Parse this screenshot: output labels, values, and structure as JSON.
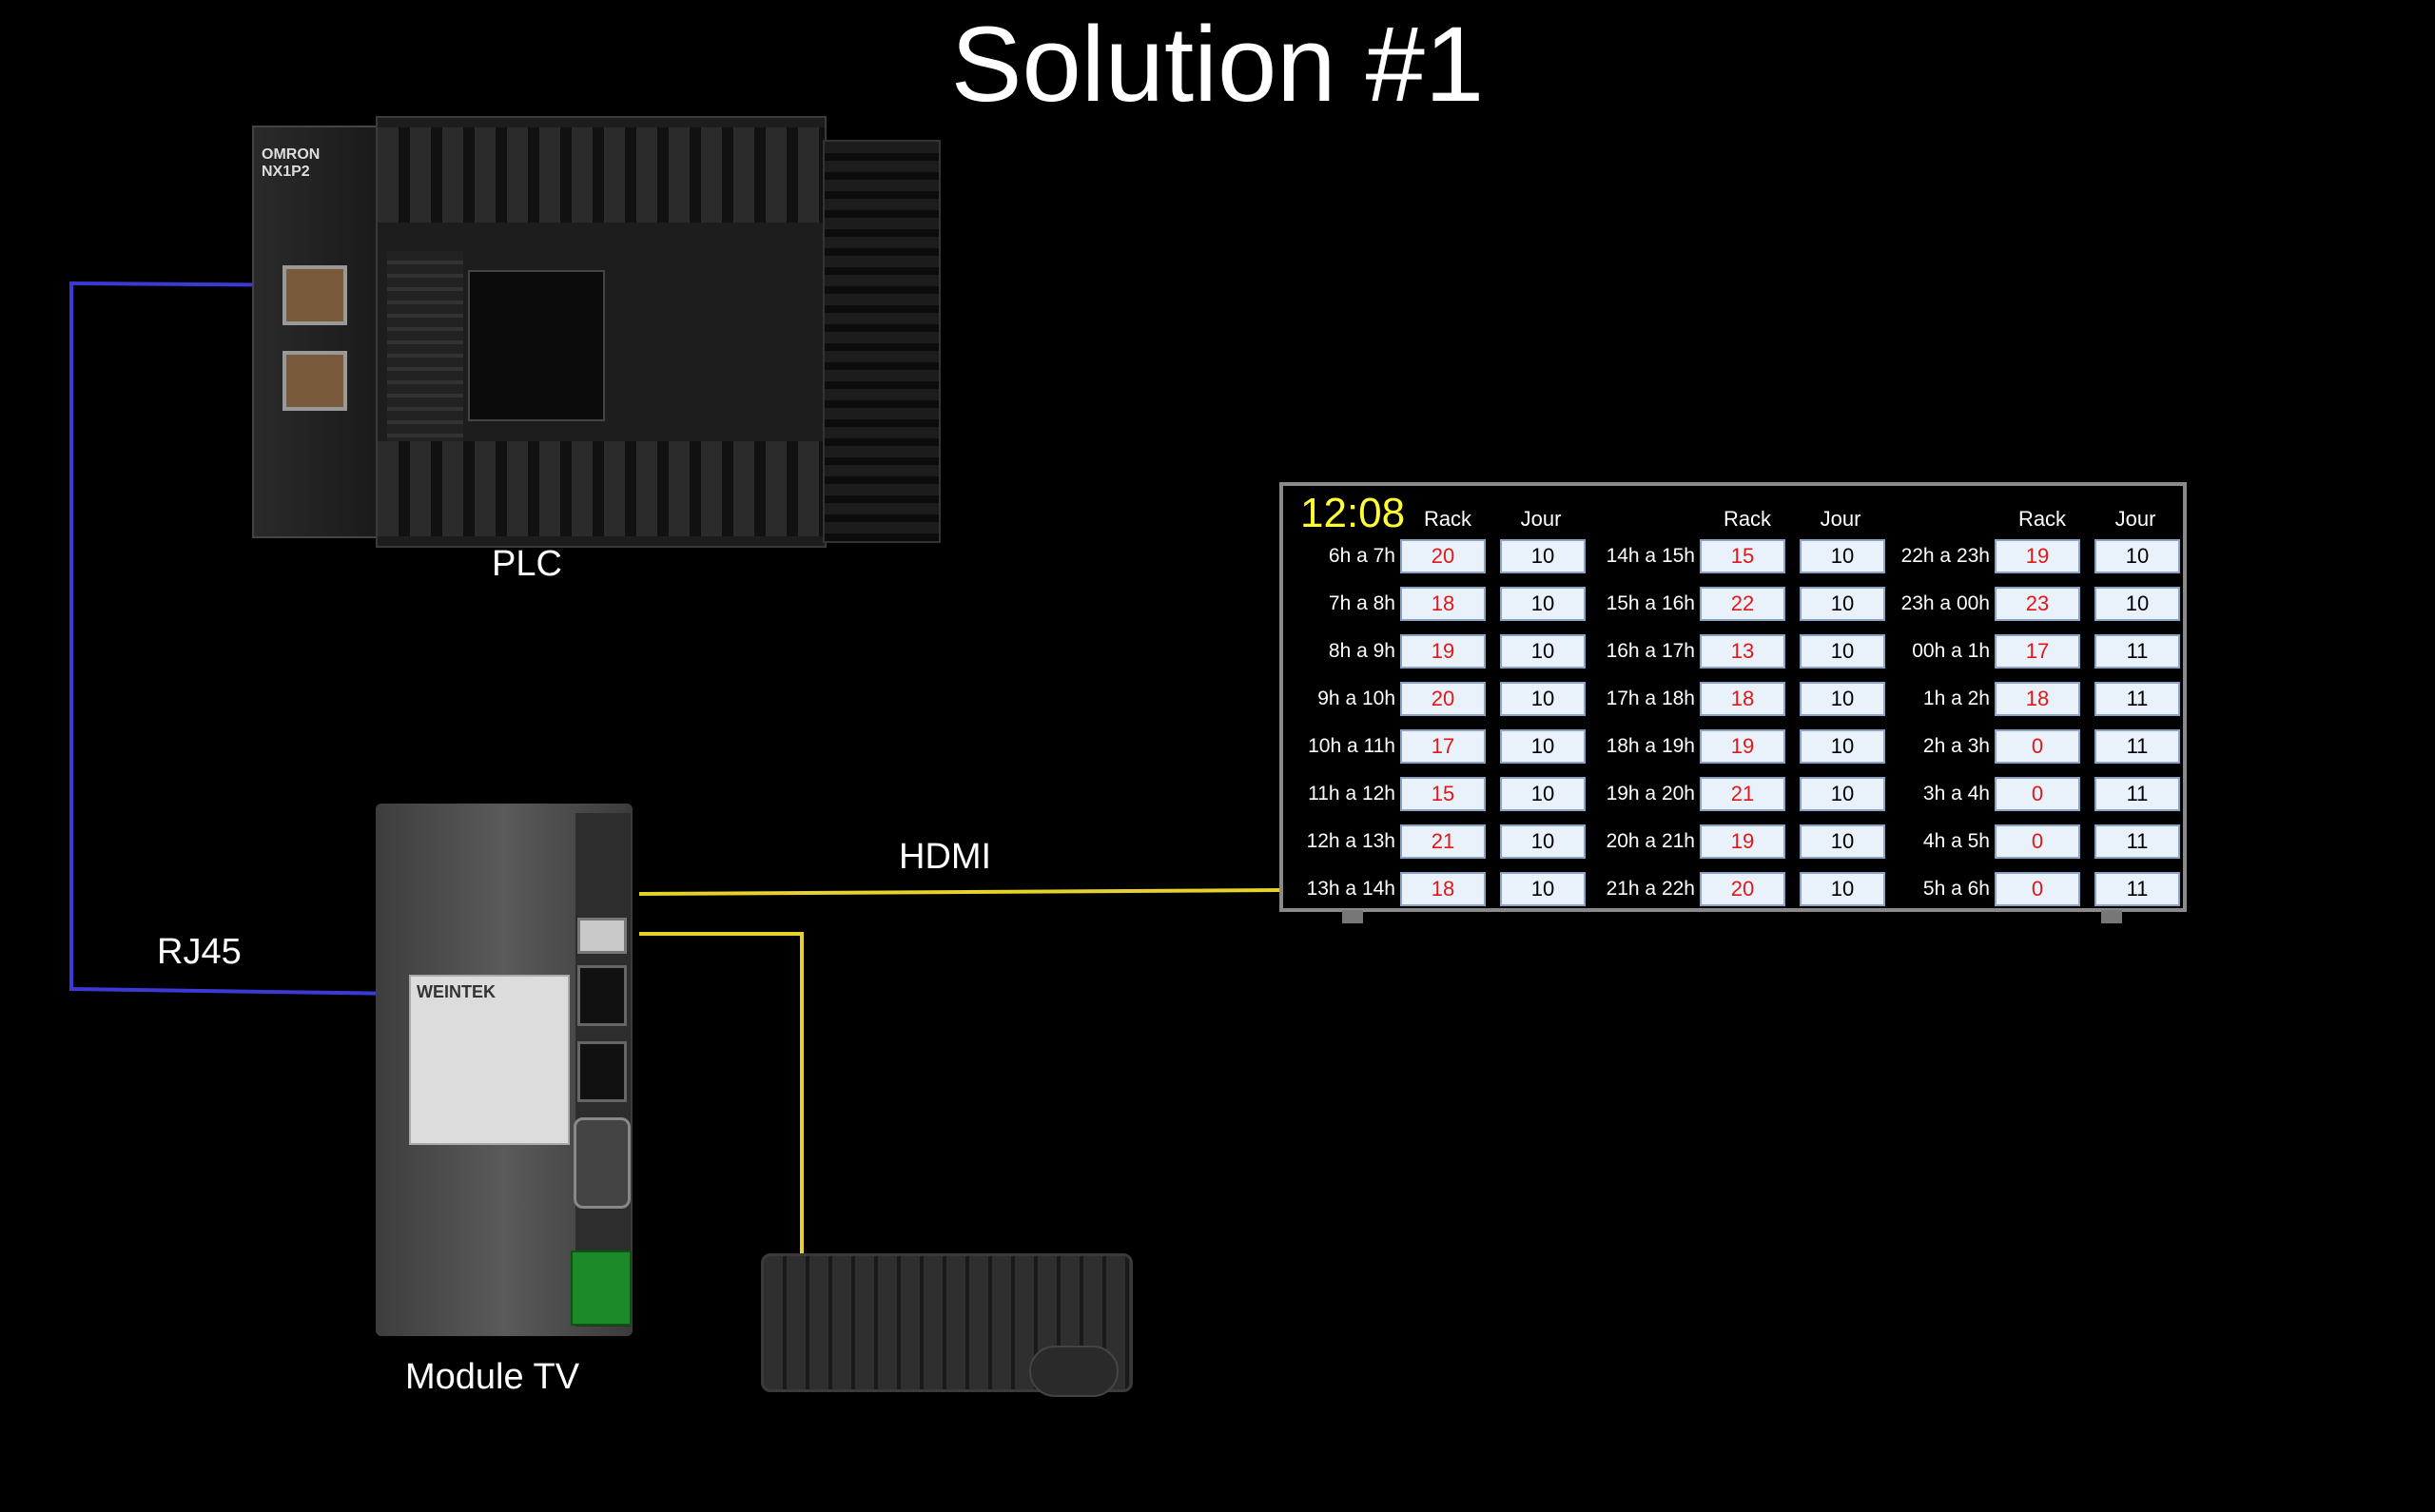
{
  "title": "Solution #1",
  "labels": {
    "plc": "PLC",
    "module": "Module TV",
    "hdmi": "HDMI",
    "rj45": "RJ45"
  },
  "plc_device": {
    "brand": "OMRON",
    "model": "NX1P2"
  },
  "module_device": {
    "brand": "WEINTEK"
  },
  "colors": {
    "rj45_wire": "#3a3ad6",
    "hdmi_wire": "#e6d22a",
    "clock": "#ffff33",
    "rack_value": "#e01818"
  },
  "display": {
    "clock": "12:08",
    "headers": {
      "rack": "Rack",
      "jour": "Jour"
    },
    "columns": [
      {
        "rows": [
          {
            "label": "6h a 7h",
            "rack": "20",
            "jour": "10"
          },
          {
            "label": "7h a 8h",
            "rack": "18",
            "jour": "10"
          },
          {
            "label": "8h a 9h",
            "rack": "19",
            "jour": "10"
          },
          {
            "label": "9h a 10h",
            "rack": "20",
            "jour": "10"
          },
          {
            "label": "10h a 11h",
            "rack": "17",
            "jour": "10"
          },
          {
            "label": "11h a 12h",
            "rack": "15",
            "jour": "10"
          },
          {
            "label": "12h a 13h",
            "rack": "21",
            "jour": "10"
          },
          {
            "label": "13h a 14h",
            "rack": "18",
            "jour": "10"
          }
        ]
      },
      {
        "rows": [
          {
            "label": "14h a 15h",
            "rack": "15",
            "jour": "10"
          },
          {
            "label": "15h a 16h",
            "rack": "22",
            "jour": "10"
          },
          {
            "label": "16h a 17h",
            "rack": "13",
            "jour": "10"
          },
          {
            "label": "17h a 18h",
            "rack": "18",
            "jour": "10"
          },
          {
            "label": "18h a 19h",
            "rack": "19",
            "jour": "10"
          },
          {
            "label": "19h a 20h",
            "rack": "21",
            "jour": "10"
          },
          {
            "label": "20h a 21h",
            "rack": "19",
            "jour": "10"
          },
          {
            "label": "21h a 22h",
            "rack": "20",
            "jour": "10"
          }
        ]
      },
      {
        "rows": [
          {
            "label": "22h a 23h",
            "rack": "19",
            "jour": "10"
          },
          {
            "label": "23h a 00h",
            "rack": "23",
            "jour": "10"
          },
          {
            "label": "00h a 1h",
            "rack": "17",
            "jour": "11"
          },
          {
            "label": "1h a 2h",
            "rack": "18",
            "jour": "11"
          },
          {
            "label": "2h a 3h",
            "rack": "0",
            "jour": "11"
          },
          {
            "label": "3h a 4h",
            "rack": "0",
            "jour": "11"
          },
          {
            "label": "4h a 5h",
            "rack": "0",
            "jour": "11"
          },
          {
            "label": "5h a 6h",
            "rack": "0",
            "jour": "11"
          }
        ]
      }
    ]
  }
}
